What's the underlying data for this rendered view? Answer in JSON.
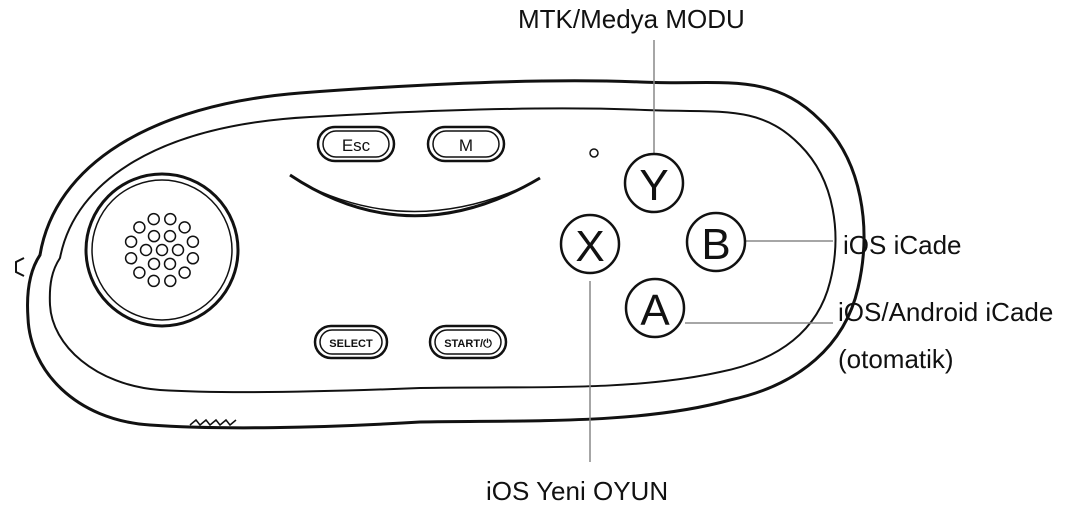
{
  "callouts": {
    "y_button": "MTK/Medya MODU",
    "b_button": "iOS iCade",
    "a_button_line1": "iOS/Android iCade",
    "a_button_line2": "(otomatik)",
    "x_button": "iOS Yeni OYUN"
  },
  "controller": {
    "buttons": {
      "esc": "Esc",
      "m": "M",
      "select": "SELECT",
      "start": "START/⏻",
      "y": "Y",
      "b": "B",
      "x": "X",
      "a": "A"
    }
  }
}
